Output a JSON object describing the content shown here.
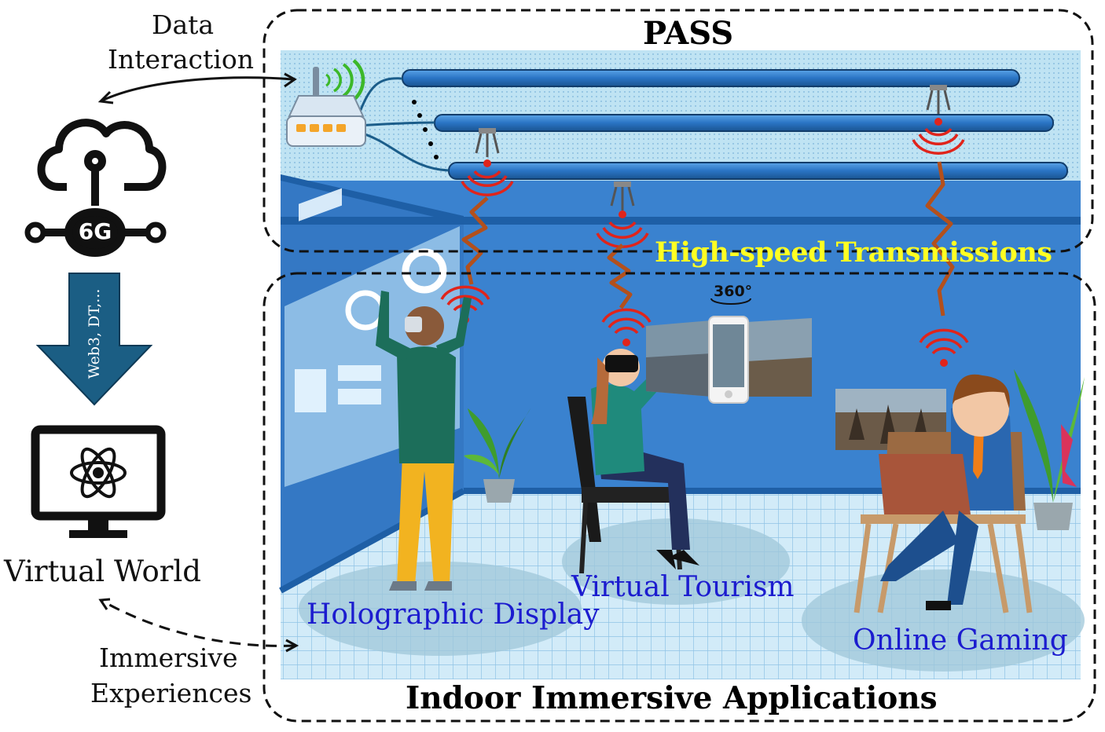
{
  "left_panel": {
    "data_interaction_line1": "Data",
    "data_interaction_line2": "Interaction",
    "cloud_badge": "6G",
    "arrow_label": "Web3, DT,...",
    "virtual_world": "Virtual World",
    "immersive_line1": "Immersive",
    "immersive_line2": "Experiences"
  },
  "pass_box": {
    "title": "PASS",
    "transmission_label": "High-speed Transmissions"
  },
  "apps_box": {
    "title": "Indoor Immersive Applications",
    "holographic": "Holographic Display",
    "tourism": "Virtual Tourism",
    "gaming": "Online Gaming",
    "badge_360": "360°"
  },
  "colors": {
    "wall_blue": "#3a82cf",
    "floor_blue": "#c9e6f6",
    "pipe_blue": "#2f7fd0",
    "signal_red": "#e0241b",
    "label_blue": "#1c1ccf",
    "label_yellow": "#ffff22"
  }
}
